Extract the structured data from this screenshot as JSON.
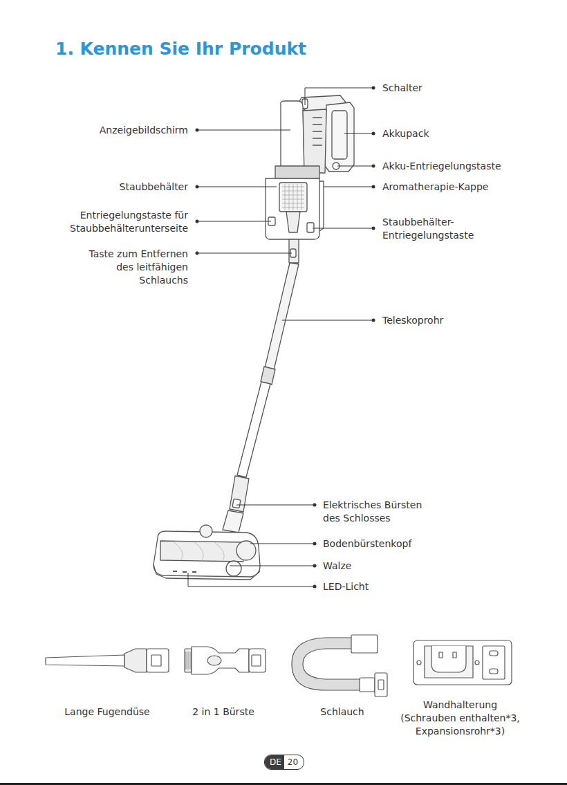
{
  "diagram": {
    "title": "1. Kennen Sie Ihr Produkt",
    "nodes": [
      {
        "text": [
          "DE",
          "20"
        ]
      }
    ],
    "labels": [
      "Schalter",
      "Anzeigebildschirm",
      "Akkupack",
      "Akku-Entriegelungstaste",
      "Staubbehälter",
      "Aromatherapie-Kappe",
      "Entriegelungstaste für Staubbehälterunterseite",
      "Staubbehälter- Entriegelungstaste",
      "Taste zum Entfernen des leitfähigen Schlauchs",
      "Teleskoprohr",
      "Elektrisches Bürsten des Schlosses",
      "Bodenbürstenkopf",
      "Walze",
      "LED-Licht",
      "Lange Fugendüse",
      "2 in 1 Bürste",
      "Schlauch",
      "Wandhalterung (Schrauben enthalten*3, Expansionsrohr*3)"
    ]
  }
}
